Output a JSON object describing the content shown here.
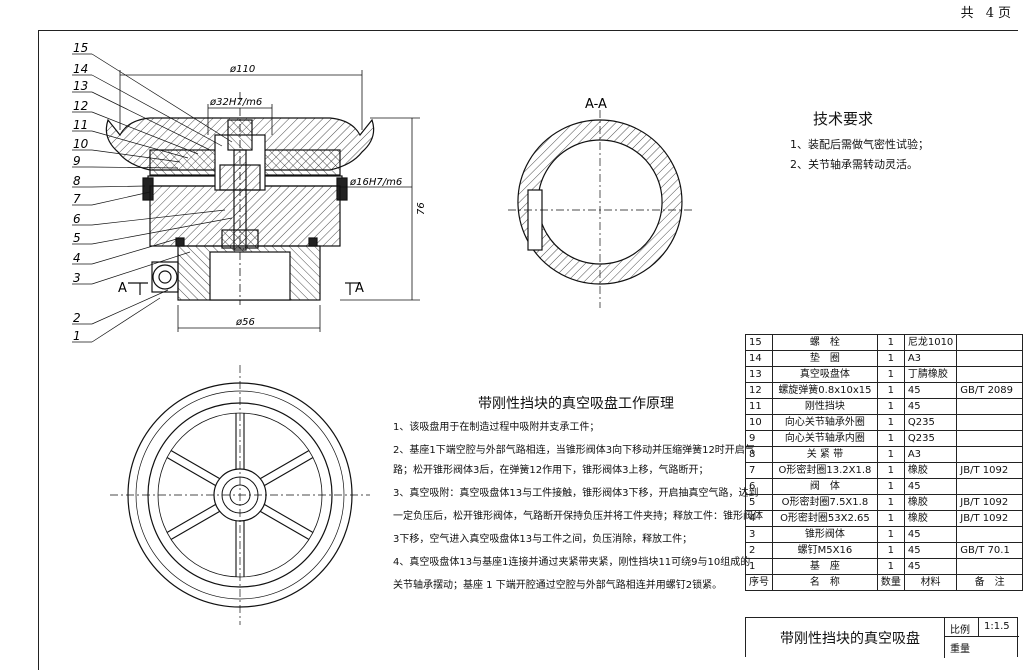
{
  "sheet": {
    "corner_label": "共 4页"
  },
  "drawing": {
    "leaders": [
      "15",
      "14",
      "13",
      "12",
      "11",
      "10",
      "9",
      "8",
      "7",
      "6",
      "5",
      "4",
      "3",
      "2",
      "1"
    ],
    "dim_110": "ø110",
    "dim_32": "ø32H7/m6",
    "dim_16": "ø16H7/m6",
    "dim_76": "76",
    "dim_56": "ø56",
    "section_a_left": "A",
    "section_a_right": "A",
    "section_title": "A-A"
  },
  "tech_req": {
    "title": "技术要求",
    "items": [
      "1、装配后需做气密性试验；",
      "2、关节轴承需转动灵活。"
    ]
  },
  "principle": {
    "title": "带刚性挡块的真空吸盘工作原理",
    "lines": [
      "1、该吸盘用于在制造过程中吸附并支承工件；",
      "2、基座1下端空腔与外部气路相连，当锥形阀体3向下移动并压缩弹簧12时开启气",
      "路；松开锥形阀体3后，在弹簧12作用下，锥形阀体3上移，气路断开；",
      "3、真空吸附：真空吸盘体13与工件接触，锥形阀体3下移，开启抽真空气路，达到",
      "一定负压后，松开锥形阀体，气路断开保持负压并将工件夹持；释放工件：锥形阀体",
      "3下移，空气进入真空吸盘体13与工件之间，负压消除，释放工件；",
      "4、真空吸盘体13与基座1连接并通过夹紧带夹紧，刚性挡块11可绕9与10组成的",
      "关节轴承摆动；基座 1 下端开腔通过空腔与外部气路相连并用螺钉2锁紧。"
    ]
  },
  "bom": {
    "rows": [
      [
        "15",
        "螺　栓",
        "1",
        "尼龙1010",
        ""
      ],
      [
        "14",
        "垫　圈",
        "1",
        "A3",
        ""
      ],
      [
        "13",
        "真空吸盘体",
        "1",
        "丁腈橡胶",
        ""
      ],
      [
        "12",
        "螺旋弹簧0.8x10x15",
        "1",
        "45",
        "GB/T 2089"
      ],
      [
        "11",
        "刚性挡块",
        "1",
        "45",
        ""
      ],
      [
        "10",
        "向心关节轴承外圈",
        "1",
        "Q235",
        ""
      ],
      [
        "9",
        "向心关节轴承内圈",
        "1",
        "Q235",
        ""
      ],
      [
        "8",
        "关 紧 带",
        "1",
        "A3",
        ""
      ],
      [
        "7",
        "O形密封圈13.2X1.8",
        "1",
        "橡胶",
        "JB/T 1092"
      ],
      [
        "6",
        "阀　体",
        "1",
        "45",
        ""
      ],
      [
        "5",
        "O形密封圈7.5X1.8",
        "1",
        "橡胶",
        "JB/T 1092"
      ],
      [
        "4",
        "O形密封圈53X2.65",
        "1",
        "橡胶",
        "JB/T 1092"
      ],
      [
        "3",
        "锥形阀体",
        "1",
        "45",
        ""
      ],
      [
        "2",
        "螺钉M5X16",
        "1",
        "45",
        "GB/T 70.1"
      ],
      [
        "1",
        "基　座",
        "1",
        "45",
        ""
      ]
    ],
    "header": [
      "序号",
      "名　称",
      "数量",
      "材料",
      "备　注"
    ]
  },
  "title_block": {
    "name": "带刚性挡块的真空吸盘",
    "scale_label": "比例",
    "scale_value": "1:1.5",
    "weight_label": "重量"
  }
}
